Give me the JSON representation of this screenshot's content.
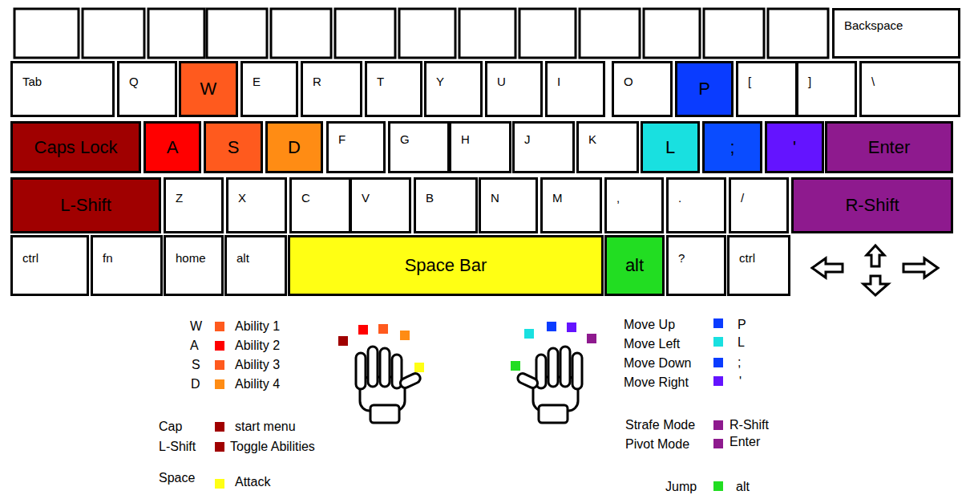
{
  "diagram": {
    "nodes": [
      {
        "text": [
          "Backspace"
        ]
      },
      {
        "text": [
          "Tab"
        ]
      },
      {
        "text": [
          "Q"
        ]
      },
      {
        "text": [
          "W"
        ]
      },
      {
        "text": [
          "E"
        ]
      },
      {
        "text": [
          "R"
        ]
      },
      {
        "text": [
          "T"
        ]
      },
      {
        "text": [
          "Y"
        ]
      },
      {
        "text": [
          "U"
        ]
      },
      {
        "text": [
          "I"
        ]
      },
      {
        "text": [
          "O"
        ]
      },
      {
        "text": [
          "P"
        ]
      },
      {
        "text": [
          "["
        ]
      },
      {
        "text": [
          "]"
        ]
      },
      {
        "text": [
          "\\"
        ]
      },
      {
        "text": [
          "Caps Lock"
        ]
      },
      {
        "text": [
          "A"
        ]
      },
      {
        "text": [
          "S"
        ]
      },
      {
        "text": [
          "D"
        ]
      },
      {
        "text": [
          "F"
        ]
      },
      {
        "text": [
          "G"
        ]
      },
      {
        "text": [
          "H"
        ]
      },
      {
        "text": [
          "J"
        ]
      },
      {
        "text": [
          "K"
        ]
      },
      {
        "text": [
          "L"
        ]
      },
      {
        "text": [
          ";"
        ]
      },
      {
        "text": [
          "'"
        ]
      },
      {
        "text": [
          "Enter"
        ]
      },
      {
        "text": [
          "L-Shift"
        ]
      },
      {
        "text": [
          "Z"
        ]
      },
      {
        "text": [
          "X"
        ]
      },
      {
        "text": [
          "C"
        ]
      },
      {
        "text": [
          "V"
        ]
      },
      {
        "text": [
          "B"
        ]
      },
      {
        "text": [
          "N"
        ]
      },
      {
        "text": [
          "M"
        ]
      },
      {
        "text": [
          ","
        ]
      },
      {
        "text": [
          "."
        ]
      },
      {
        "text": [
          "/"
        ]
      },
      {
        "text": [
          "R-Shift"
        ]
      },
      {
        "text": [
          "ctrl"
        ]
      },
      {
        "text": [
          "fn"
        ]
      },
      {
        "text": [
          "home"
        ]
      },
      {
        "text": [
          "alt"
        ]
      },
      {
        "text": [
          "Space Bar"
        ]
      },
      {
        "text": [
          "alt"
        ]
      },
      {
        "text": [
          "?"
        ]
      },
      {
        "text": [
          "ctrl"
        ]
      }
    ],
    "labels": [
      "W",
      "A",
      "S",
      "D",
      "Cap",
      "L-Shift",
      "Space",
      "P",
      "L",
      ";",
      "'",
      "R-Shift",
      "Enter",
      "alt"
    ],
    "legend": [
      {
        "text": "Ability 1",
        "color": "#ff5a1e"
      },
      {
        "text": "Ability 2",
        "color": "#ff0000"
      },
      {
        "text": "Ability 3",
        "color": "#ff5a1e"
      },
      {
        "text": "Ability 4",
        "color": "#ff8c14"
      },
      {
        "text": "start menu",
        "color": "#a00000"
      },
      {
        "text": "Toggle Abilities",
        "color": "#a00000"
      },
      {
        "text": "Attack",
        "color": "#ffff14"
      },
      {
        "text": "Move Up",
        "color": "#0a3cff"
      },
      {
        "text": "Move Left",
        "color": "#19e0e0"
      },
      {
        "text": "Move Down",
        "color": "#0a3cff"
      },
      {
        "text": "Move Right",
        "color": "#6414ff"
      },
      {
        "text": "Strafe Mode",
        "color": "#8e1a8e"
      },
      {
        "text": "Pivot Mode",
        "color": "#8e1a8e"
      },
      {
        "text": "Jump",
        "color": "#22dd22"
      }
    ]
  }
}
